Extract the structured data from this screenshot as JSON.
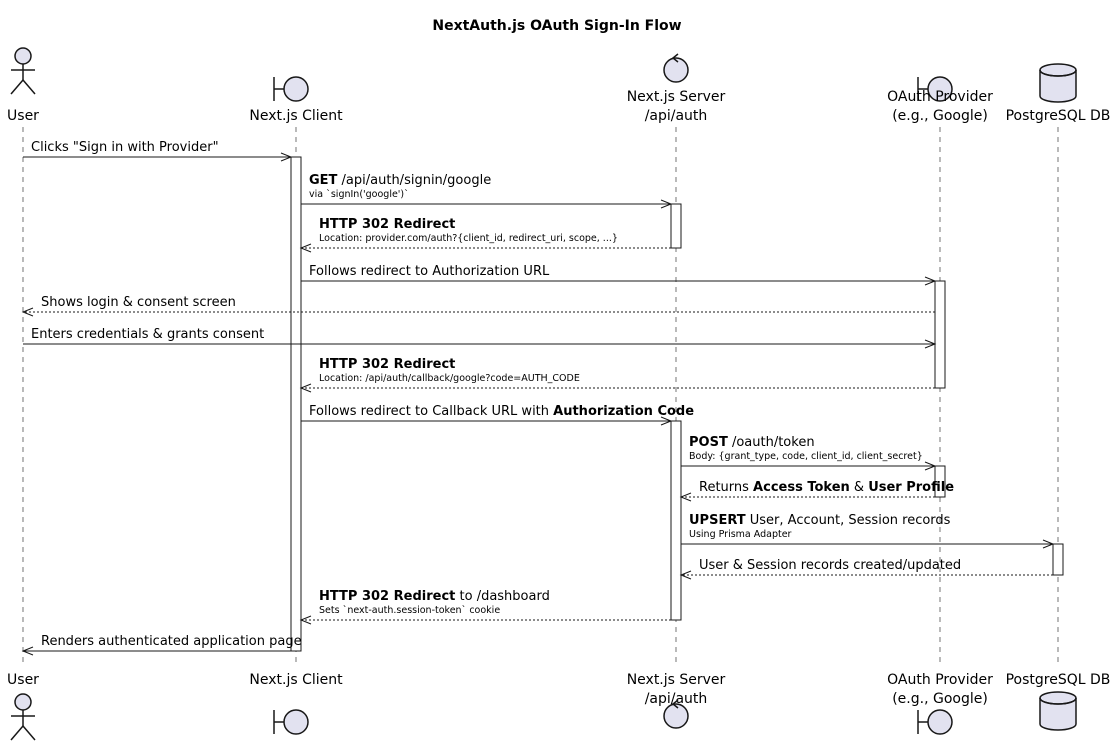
{
  "title": "NextAuth.js OAuth Sign-In Flow",
  "participants": [
    {
      "id": "user",
      "kind": "actor",
      "lines": [
        "User"
      ]
    },
    {
      "id": "client",
      "kind": "boundary",
      "lines": [
        "Next.js Client"
      ]
    },
    {
      "id": "server",
      "kind": "control",
      "lines": [
        "Next.js Server",
        "/api/auth"
      ]
    },
    {
      "id": "provider",
      "kind": "boundary",
      "lines": [
        "OAuth Provider",
        "(e.g., Google)"
      ]
    },
    {
      "id": "db",
      "kind": "database",
      "lines": [
        "PostgreSQL DB"
      ]
    }
  ],
  "messages": [
    {
      "from": "user",
      "to": "client",
      "style": "solid",
      "label": [
        {
          "t": "Clicks \"Sign in with Provider\""
        }
      ]
    },
    {
      "from": "client",
      "to": "server",
      "style": "solid",
      "label": [
        {
          "t": "GET",
          "b": true
        },
        {
          "t": " /api/auth/signin/google"
        }
      ],
      "sub": "via `signIn('google')`"
    },
    {
      "from": "server",
      "to": "client",
      "style": "dashed",
      "label": [
        {
          "t": "HTTP 302 Redirect",
          "b": true
        }
      ],
      "sub": "Location: provider.com/auth?{client_id, redirect_uri, scope, ...}"
    },
    {
      "from": "client",
      "to": "provider",
      "style": "solid",
      "label": [
        {
          "t": "Follows redirect to Authorization URL"
        }
      ]
    },
    {
      "from": "provider",
      "to": "user",
      "style": "dashed",
      "label": [
        {
          "t": "Shows login & consent screen"
        }
      ]
    },
    {
      "from": "user",
      "to": "provider",
      "style": "solid",
      "label": [
        {
          "t": "Enters credentials & grants consent"
        }
      ]
    },
    {
      "from": "provider",
      "to": "client",
      "style": "dashed",
      "label": [
        {
          "t": "HTTP 302 Redirect",
          "b": true
        }
      ],
      "sub": "Location: /api/auth/callback/google?code=AUTH_CODE"
    },
    {
      "from": "client",
      "to": "server",
      "style": "solid",
      "label": [
        {
          "t": "Follows redirect to Callback URL with "
        },
        {
          "t": "Authorization Code",
          "b": true
        }
      ]
    },
    {
      "from": "server",
      "to": "provider",
      "style": "solid",
      "label": [
        {
          "t": "POST",
          "b": true
        },
        {
          "t": " /oauth/token"
        }
      ],
      "sub": "Body: {grant_type, code, client_id, client_secret}"
    },
    {
      "from": "provider",
      "to": "server",
      "style": "dashed",
      "label": [
        {
          "t": "Returns "
        },
        {
          "t": "Access Token",
          "b": true
        },
        {
          "t": " & "
        },
        {
          "t": "User Profile",
          "b": true
        }
      ]
    },
    {
      "from": "server",
      "to": "db",
      "style": "solid",
      "label": [
        {
          "t": "UPSERT",
          "b": true
        },
        {
          "t": " User, Account, Session records"
        }
      ],
      "sub": "Using Prisma Adapter"
    },
    {
      "from": "db",
      "to": "server",
      "style": "dashed",
      "label": [
        {
          "t": "User & Session records created/updated"
        }
      ]
    },
    {
      "from": "server",
      "to": "client",
      "style": "dashed",
      "label": [
        {
          "t": "HTTP 302 Redirect",
          "b": true
        },
        {
          "t": " to /dashboard"
        }
      ],
      "sub": "Sets `next-auth.session-token` cookie"
    },
    {
      "from": "client",
      "to": "user",
      "style": "solid",
      "label": [
        {
          "t": "Renders authenticated application page"
        }
      ]
    }
  ],
  "activations": [
    {
      "on": "client",
      "from_msg": 0,
      "to_msg": 13
    },
    {
      "on": "server",
      "from_msg": 1,
      "to_msg": 2
    },
    {
      "on": "provider",
      "from_msg": 3,
      "to_msg": 6
    },
    {
      "on": "server",
      "from_msg": 7,
      "to_msg": 12
    },
    {
      "on": "provider",
      "from_msg": 8,
      "to_msg": 9
    },
    {
      "on": "db",
      "from_msg": 10,
      "to_msg": 11
    }
  ]
}
